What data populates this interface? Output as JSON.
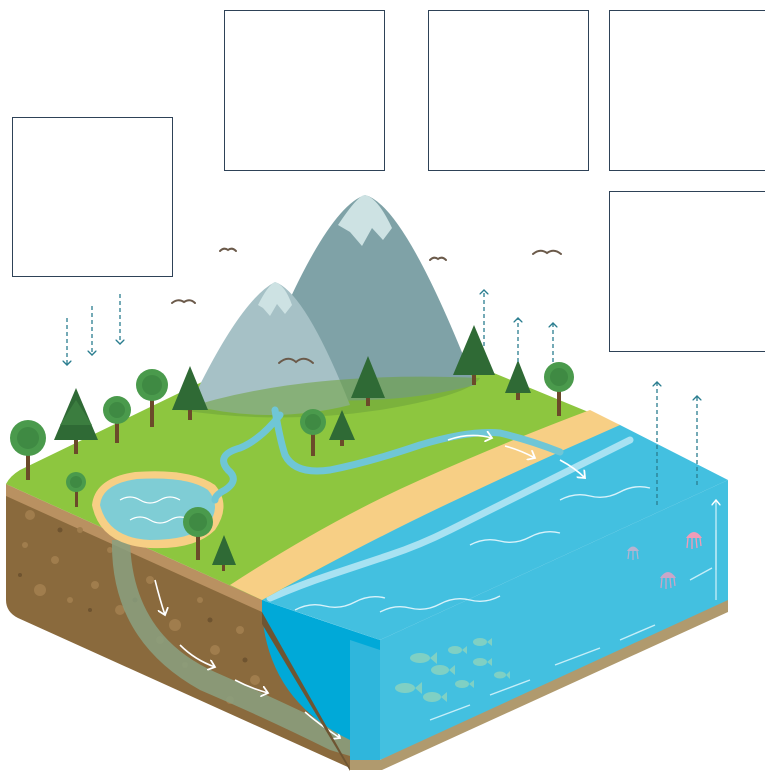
{
  "diagram": {
    "subject": "water cycle",
    "label_boxes": [
      "",
      "",
      "",
      "",
      ""
    ],
    "icons": [
      "precipitation-arrows",
      "evaporation-arrows",
      "transpiration-arrows",
      "bird-icon",
      "fish-icon",
      "jellyfish-icon",
      "tree-icon",
      "mountain-icon"
    ],
    "colors": {
      "grass": "#8dc63f",
      "sand": "#f7cf85",
      "ocean": "#43c0e0",
      "ocean_deep": "#00a9d8",
      "soil": "#8a6a3d",
      "mountain": "#7fa2a7",
      "mountain_light": "#a6c1c6",
      "snow": "#cde2e3",
      "tree_dark": "#2f6a35",
      "tree_green": "#4a9a4c",
      "arrow": "#2a7d8f",
      "box_border": "#2e4257"
    }
  }
}
